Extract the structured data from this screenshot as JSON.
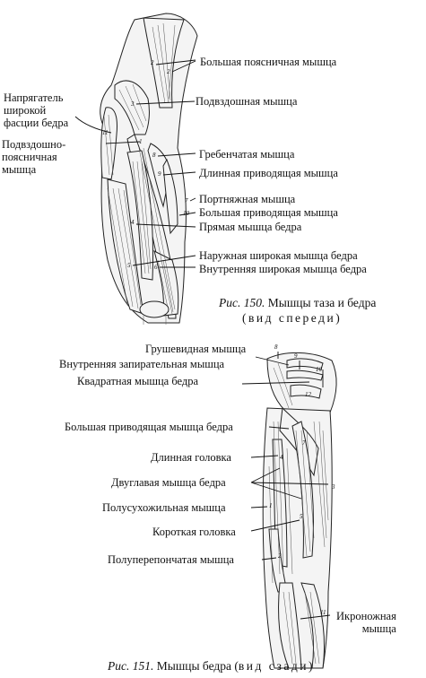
{
  "fig150": {
    "labels": {
      "psoas_major": "Большая поясничная мышца",
      "iliacus": "Подвздошная мышца",
      "tfl": "Напрягатель\nширокой\nфасции бедра",
      "iliopsoas": "Подвздошно-\nпоясничная\nмышца",
      "pectineus": "Гребенчатая мышца",
      "adductor_longus": "Длинная приводящая мышца",
      "sartorius": "Портняжная мышца",
      "adductor_magnus": "Большая приводящая мышца",
      "rectus_femoris": "Прямая мышца бедра",
      "vastus_lateralis": "Наружная широкая мышца бедра",
      "vastus_medialis": "Внутренняя широкая мышца бедра"
    },
    "numbers": [
      "1",
      "2",
      "3",
      "4",
      "5",
      "6",
      "7",
      "8",
      "9",
      "10",
      "11"
    ],
    "caption": {
      "prefix": "Рис. 150.",
      "text": " Мышцы таза и бедра",
      "line2": "(вид спереди)"
    }
  },
  "fig151": {
    "labels": {
      "piriformis": "Грушевидная мышца",
      "obturator_internus": "Внутренняя запирательная мышца",
      "quadratus_femoris": "Квадратная мышца бедра",
      "adductor_magnus": "Большая приводящая мышца бедра",
      "long_head": "Длинная головка",
      "biceps_femoris": "Двуглавая мышца бедра",
      "semitendinosus": "Полусухожильная мышца",
      "short_head": "Короткая головка",
      "semimembranosus": "Полуперепончатая мышца",
      "gastrocnemius": "Икроножная\nмышца"
    },
    "numbers": [
      "1",
      "2",
      "3",
      "4",
      "5",
      "7",
      "8",
      "9",
      "10",
      "11",
      "12"
    ],
    "caption": {
      "prefix": "Рис. 151.",
      "text": " Мышцы бедра (",
      "spaced": "вид сзади",
      "close": ")"
    }
  }
}
